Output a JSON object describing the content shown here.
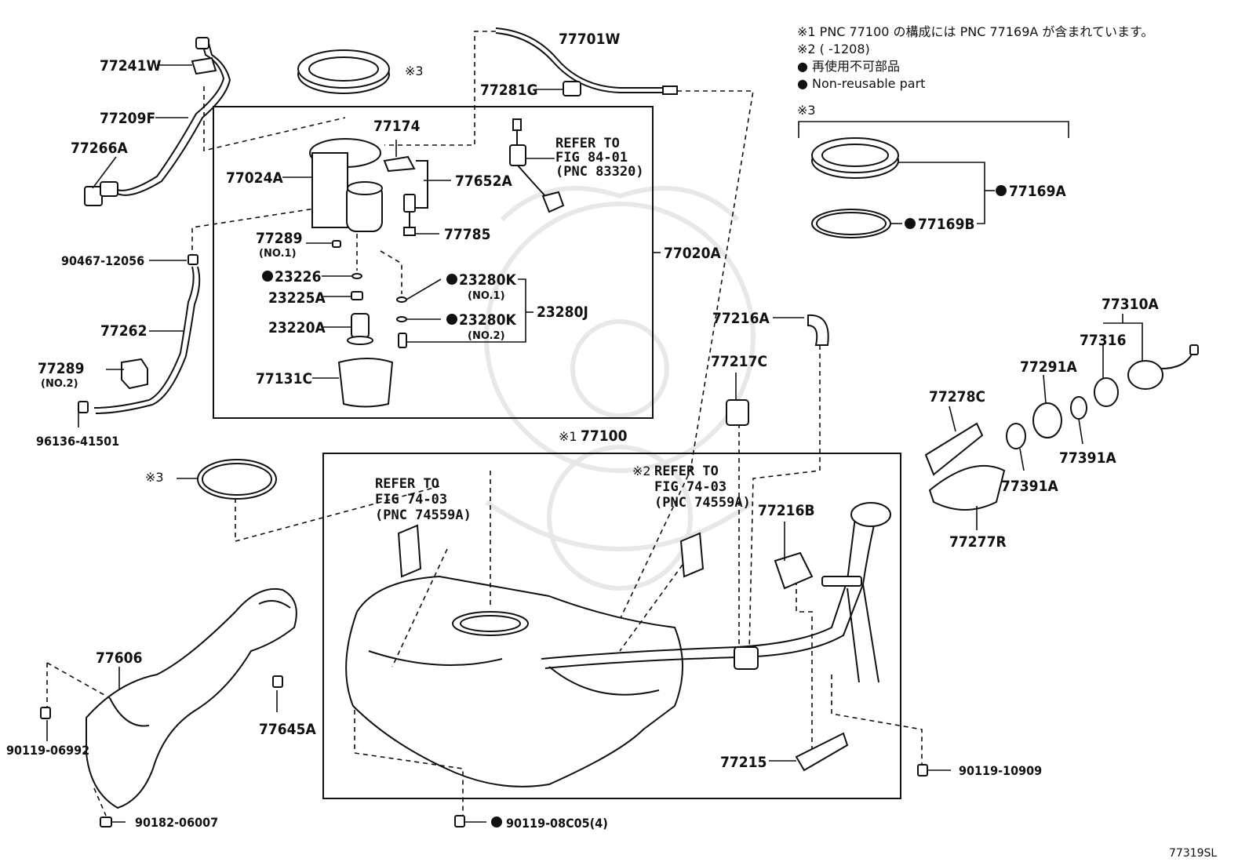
{
  "diagram": {
    "figure_id": "77319SL",
    "notes": {
      "note1": "※1 PNC 77100 の構成には PNC 77169A が含まれています。",
      "note2": "※2 (      -1208)",
      "note3": "● 再使用不可部品",
      "note4": "● Non-reusable part",
      "kit_mark": "※3"
    },
    "labels": {
      "p77241W": "77241W",
      "p77209F": "77209F",
      "p77266A": "77266A",
      "p90467": "90467-12056",
      "p77262": "77262",
      "p77289b": "77289",
      "p77289b_sub": "(NO.2)",
      "p96136": "96136-41501",
      "kit3_top": "※3",
      "p77701W": "77701W",
      "p77281G": "77281G",
      "p77174": "77174",
      "ref1_l1": "REFER TO",
      "ref1_l2": "FIG 84-01",
      "ref1_l3": "(PNC 83320)",
      "p77024A": "77024A",
      "p77652A": "77652A",
      "p77785": "77785",
      "p77289a": "77289",
      "p77289a_sub": "(NO.1)",
      "p77020A": "77020A",
      "p23226": "23226",
      "p23280K1": "23280K",
      "p23280K1_sub": "(NO.1)",
      "p23225A": "23225A",
      "p23280J": "23280J",
      "p23220A": "23220A",
      "p23280K2": "23280K",
      "p23280K2_sub": "(NO.2)",
      "p77131C": "77131C",
      "p77100_mark": "※1",
      "p77100": "77100",
      "kit3_left": "※3",
      "ref2_l1": "REFER TO",
      "ref2_l2": "FIG 74-03",
      "ref2_l3": "(PNC 74559A)",
      "ref3_mark": "※2",
      "ref3_l1": "REFER TO",
      "ref3_l2": "FIG 74-03",
      "ref3_l3": "(PNC 74559A)",
      "p77216A": "77216A",
      "p77217C": "77217C",
      "p77216B": "77216B",
      "p77310A": "77310A",
      "p77316": "77316",
      "p77291A": "77291A",
      "p77278C": "77278C",
      "p77391A_a": "77391A",
      "p77391A_b": "77391A",
      "p77277R": "77277R",
      "kit3_right": "※3",
      "p77169A": "77169A",
      "p77169B": "77169B",
      "p77606": "77606",
      "p77645A": "77645A",
      "p90119_06992": "90119-06992",
      "p90182": "90182-06007",
      "p90119_08C05": "90119-08C05(4)",
      "p77215": "77215",
      "p90119_10909": "90119-10909"
    }
  }
}
